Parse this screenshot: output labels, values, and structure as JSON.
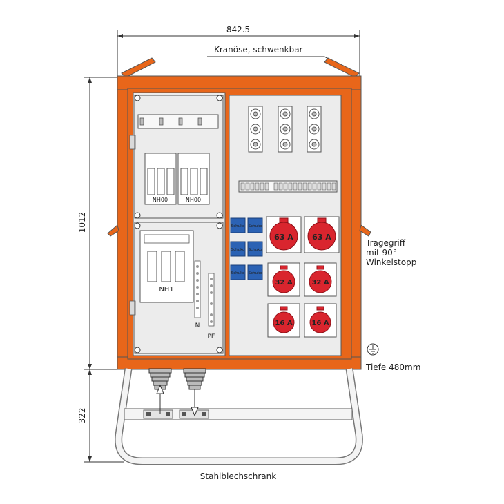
{
  "dimensions": {
    "width": "842.5",
    "height": "1012",
    "base_height": "322"
  },
  "annotations": {
    "crane_eye": "Kranöse, schwenkbar",
    "handle_line1": "Tragegriff",
    "handle_line2": "mit 90°",
    "handle_line3": "Winkelstopp",
    "depth": "Tiefe 480mm",
    "caption": "Stahlblechschrank"
  },
  "left_panel": {
    "fuse_labels": [
      "NH00",
      "NH00"
    ],
    "main_fuse_label": "NH1",
    "n_label": "N",
    "pe_label": "PE"
  },
  "sockets": {
    "schuko_label": "Schuko",
    "cee_63": [
      "63 A",
      "63 A"
    ],
    "cee_32": [
      "32 A",
      "32 A"
    ],
    "cee_16": [
      "16 A",
      "16 A"
    ]
  },
  "colors": {
    "frame_orange": "#e8661a",
    "panel_grey": "#ececec",
    "schuko_blue": "#2b62b4",
    "cee_red": "#d9252e",
    "outline": "#555555"
  }
}
